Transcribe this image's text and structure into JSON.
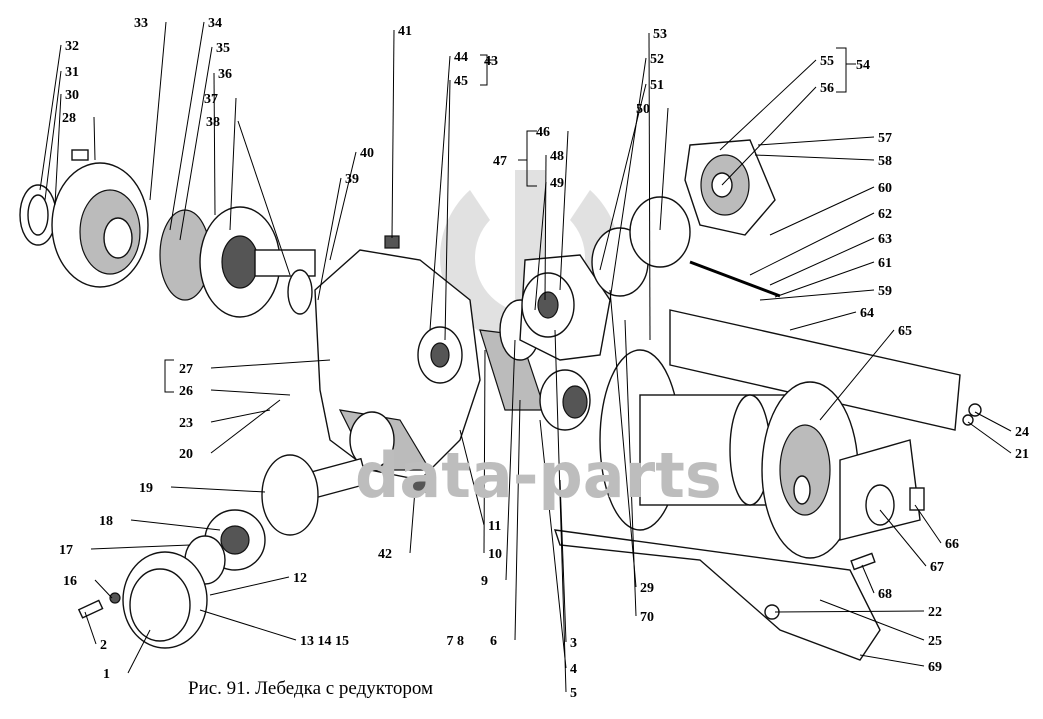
{
  "figure": {
    "caption": "Рис. 91. Лебедка с редуктором",
    "watermark": "data-parts",
    "callouts": [
      "32",
      "31",
      "30",
      "28",
      "33",
      "34",
      "35",
      "36",
      "37",
      "38",
      "40",
      "39",
      "41",
      "44",
      "45",
      "43",
      "53",
      "52",
      "51",
      "50",
      "46",
      "48",
      "49",
      "47",
      "55",
      "56",
      "54",
      "57",
      "58",
      "60",
      "62",
      "63",
      "61",
      "59",
      "64",
      "65",
      "27",
      "26",
      "23",
      "20",
      "19",
      "18",
      "17",
      "16",
      "12",
      "2",
      "13 14 15",
      "1",
      "11",
      "42",
      "10",
      "9",
      "7 8",
      "6",
      "3",
      "4",
      "5",
      "29",
      "70",
      "24",
      "21",
      "66",
      "67",
      "68",
      "22",
      "25",
      "69"
    ]
  }
}
